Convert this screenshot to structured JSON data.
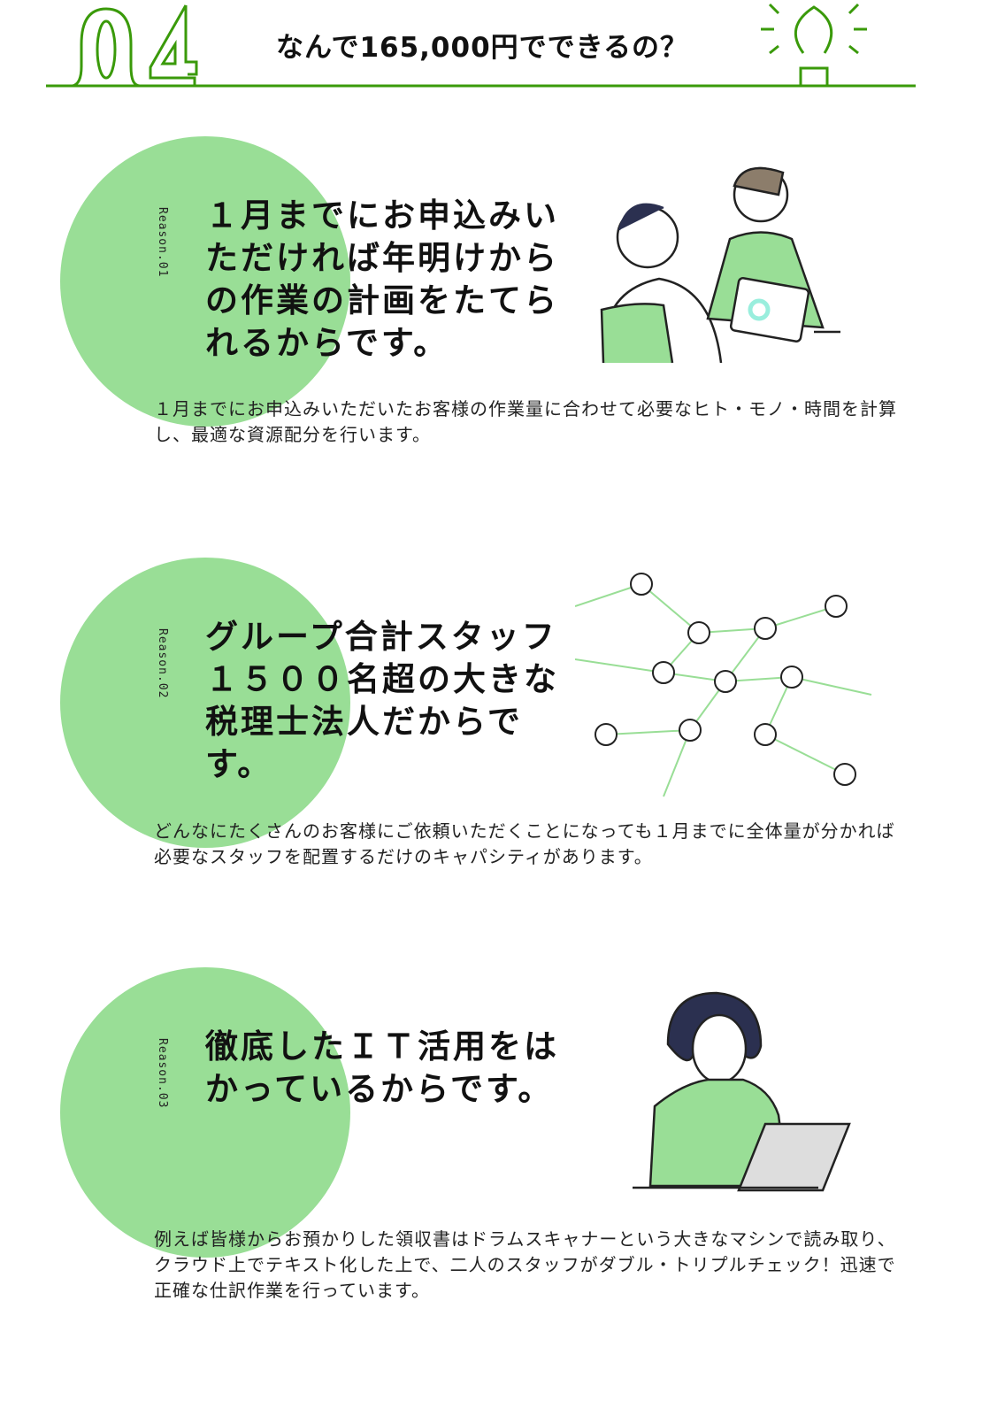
{
  "header": {
    "number": "04",
    "title": "なんで165,000円でできるの？",
    "accent": "#3a9a0a"
  },
  "reasons": [
    {
      "label": "Reason.01",
      "title": "１月までにお申込みいただければ年明けからの作業の計画をたてられるからです。",
      "description": "１月までにお申込みいただいたお客様の作業量に合わせて必要なヒト・モノ・時間を計算し、最適な資源配分を行います。",
      "illustration": "consultation-illustration"
    },
    {
      "label": "Reason.02",
      "title": "グループ合計スタッフ１５００名超の大きな税理士法人だからです。",
      "description": "どんなにたくさんのお客様にご依頼いただくことになっても１月までに全体量が分かれば必要なスタッフを配置するだけのキャパシティがあります。",
      "illustration": "network-illustration"
    },
    {
      "label": "Reason.03",
      "title": "徹底したＩＴ活用をはかっているからです。",
      "description": "例えば皆様からお預かりした領収書はドラムスキャナーという大きなマシンで読み取り、クラウド上でテキスト化した上で、二人のスタッフがダブル・トリプルチェック！迅速で正確な仕訳作業を行っています。",
      "illustration": "laptop-worker-illustration"
    }
  ],
  "colors": {
    "circle": "#99de96",
    "accent": "#3a9a0a"
  }
}
